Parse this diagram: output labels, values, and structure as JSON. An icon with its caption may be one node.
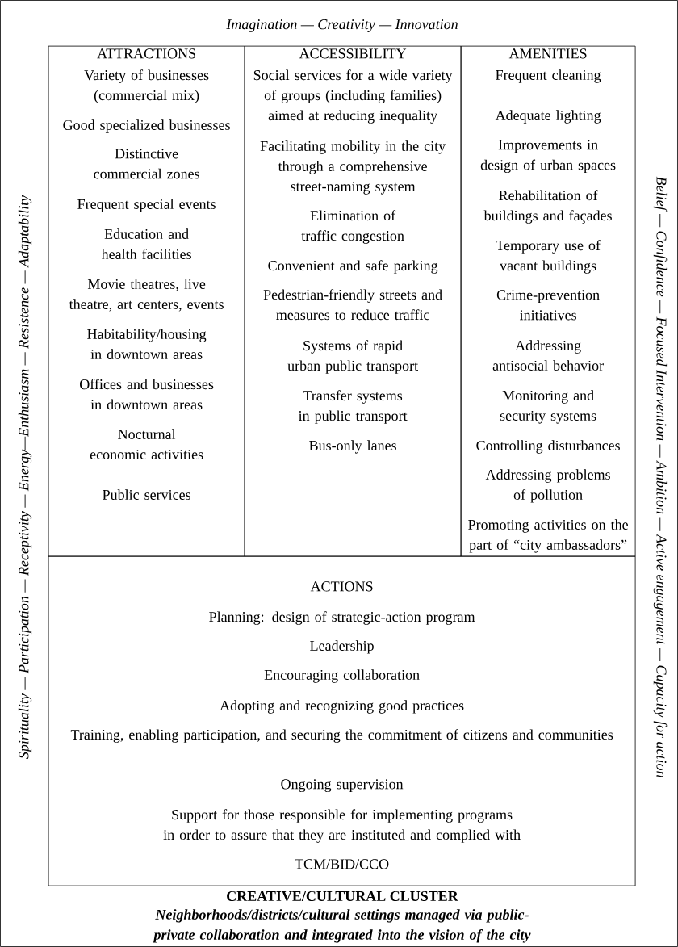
{
  "diagram": {
    "nodes": [
      {
        "text": [
          "Imagination — Creativity — Innovation",
          "Spirituality — Participation — Receptivity — Energy—Enthusiasm — Resistence — Adaptability",
          "Belief — Confidence — Focused Intervention — Ambition — Active engagement — Capacity for action",
          "CREATIVE/CULTURAL CLUSTER",
          "Neighborhoods/districts/cultural settings managed via public-private collaboration and integrated into the vision of the city"
        ]
      },
      {
        "text": [
          "ATTRACTIONS",
          "Variety of businesses (commercial mix)",
          "Good specialized businesses",
          "Distinctive commercial zones",
          "Frequent special events",
          "Education and health facilities",
          "Movie theatres, live theatre, art centers, events",
          "Habitability/housing in downtown areas",
          "Offices and businesses in downtown areas",
          "Nocturnal economic activities",
          "Public services"
        ],
        "in": 0
      },
      {
        "text": [
          "ACCESSIBILITY",
          "Social services for a wide variety of groups (including families) aimed at reducing inequality",
          "Facilitating mobility in the city through a comprehensive street-naming system",
          "Elimination of traffic congestion",
          "Convenient and safe parking",
          "Pedestrian-friendly streets and measures to reduce traffic",
          "Systems of rapid urban public transport",
          "Transfer systems in public transport",
          "Bus-only lanes"
        ],
        "in": 0
      },
      {
        "text": [
          "AMENITIES",
          "Frequent cleaning",
          "Adequate lighting",
          "Improvements in design of urban spaces",
          "Rehabilitation of buildings and façades",
          "Temporary use of vacant buildings",
          "Crime-prevention initiatives",
          "Addressing antisocial behavior",
          "Monitoring and security systems",
          "Controlling disturbances",
          "Addressing problems of pollution",
          "Promoting activities on the part of “city ambassadors”"
        ],
        "in": 0
      },
      {
        "text": [
          "ACTIONS",
          "Planning: design of strategic-action program",
          "Leadership",
          "Encouraging collaboration",
          "Adopting and recognizing good practices",
          "Training, enabling participation, and securing the commitment of citizens and communities",
          "Ongoing supervision",
          "Support for those responsible for implementing programs in order to assure that they are instituted and complied with",
          "TCM/BID/CCO"
        ],
        "in": 0
      }
    ]
  }
}
